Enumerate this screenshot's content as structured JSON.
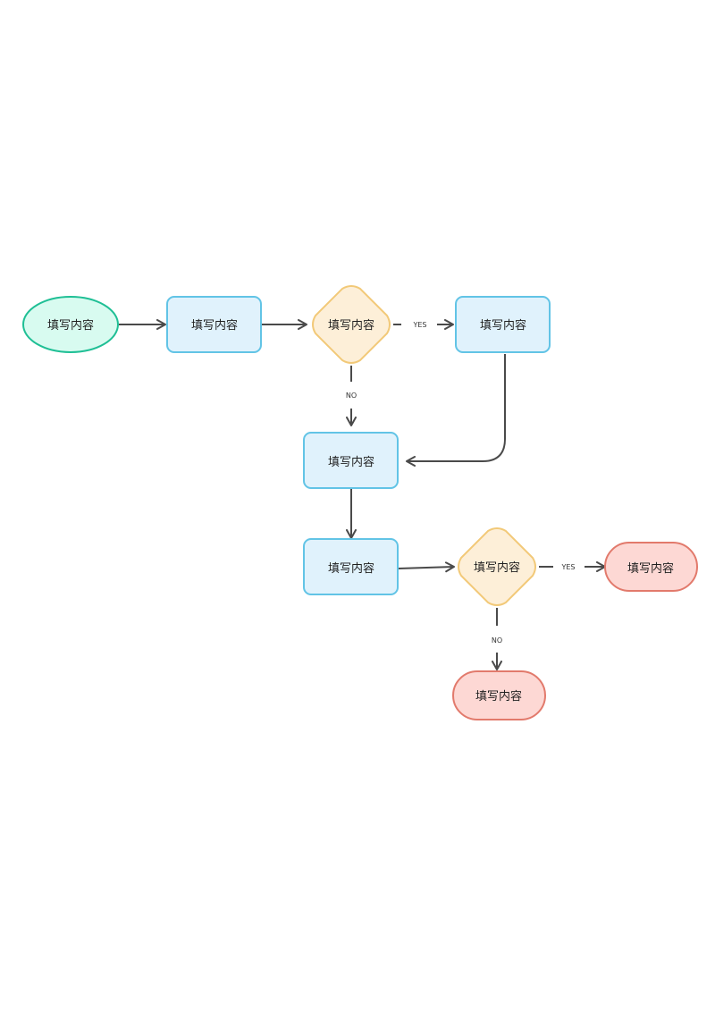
{
  "colors": {
    "start_fill": "#d8fbf0",
    "start_stroke": "#1fbf95",
    "process_fill": "#e0f2fc",
    "process_stroke": "#62c4e6",
    "decision_fill": "#fdefd8",
    "decision_stroke": "#f2c978",
    "end_fill": "#fdd8d4",
    "end_stroke": "#e27a6c",
    "edge": "#4a4a4a"
  },
  "nodes": {
    "start": {
      "label": "填写内容"
    },
    "process_1": {
      "label": "填写内容"
    },
    "decision_1": {
      "label": "填写内容"
    },
    "process_2": {
      "label": "填写内容"
    },
    "process_3": {
      "label": "填写内容"
    },
    "process_4": {
      "label": "填写内容"
    },
    "decision_2": {
      "label": "填写内容"
    },
    "end_1": {
      "label": "填写内容"
    },
    "end_2": {
      "label": "填写内容"
    }
  },
  "edges": {
    "d1_yes": {
      "label": "YES"
    },
    "d1_no": {
      "label": "NO"
    },
    "d2_yes": {
      "label": "YES"
    },
    "d2_no": {
      "label": "NO"
    }
  }
}
